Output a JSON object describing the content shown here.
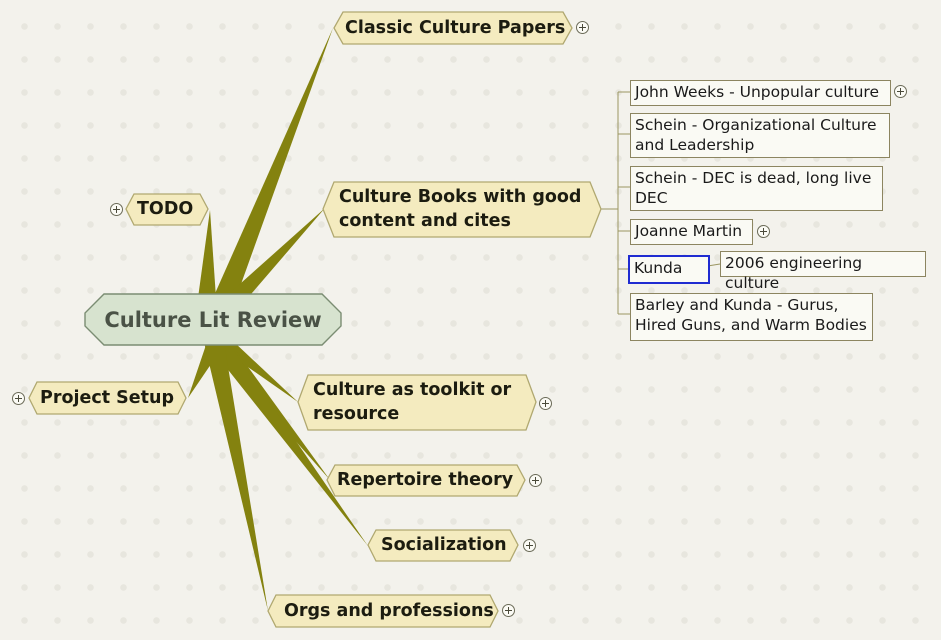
{
  "root": {
    "label": "Culture Lit Review"
  },
  "branches": {
    "classic": "Classic Culture Papers",
    "books": "Culture Books with good\ncontent and cites",
    "todo": "TODO",
    "setup": "Project Setup",
    "toolkit": "Culture as toolkit or\nresource",
    "repertoire": "Repertoire theory",
    "socialization": "Socialization",
    "orgs": "Orgs and professions"
  },
  "books_children": {
    "weeks": "John Weeks - Unpopular culture",
    "schein_org": "Schein - Organizational Culture\nand Leadership",
    "schein_dec": "Schein - DEC is dead, long live\nDEC",
    "martin": "Joanne Martin",
    "kunda": "Kunda",
    "kunda_child": "2006 engineering culture",
    "barley": "Barley and Kunda - Gurus,\nHired Guns, and Warm Bodies"
  },
  "colors": {
    "branch_fill": "#f4ebbf",
    "connector": "#84820f",
    "root_fill": "#d7e3cf",
    "selection": "#1f2bd1"
  },
  "icons": [
    "expand-plus-icon"
  ]
}
